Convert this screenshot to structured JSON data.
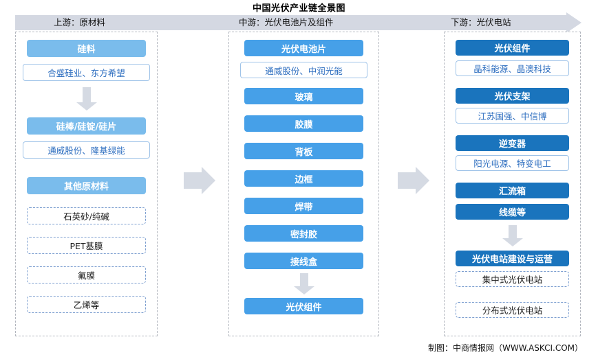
{
  "title": "中国光伏产业链全景图",
  "header": {
    "stages": [
      {
        "label": "上游：原材料"
      },
      {
        "label": "中游：光伏电池片及组件"
      },
      {
        "label": "下游：光伏电站"
      }
    ]
  },
  "colors": {
    "upstream_fill": "#7ABCEC",
    "midstream_fill": "#46A0E8",
    "downstream_fill": "#1A74BD",
    "band": "#d4d8e2",
    "arrow": "#d5dae3",
    "outline_border": "#9fc3e8",
    "outline_text": "#2f6fc0",
    "dashed_border": "#7d9fd0"
  },
  "columns": {
    "upstream": {
      "nodes": [
        {
          "label": "硅料",
          "style": "fill"
        },
        {
          "label": "合盛硅业、东方希望",
          "style": "outline"
        },
        {
          "label": "硅棒/硅锭/硅片",
          "style": "fill"
        },
        {
          "label": "通威股份、隆基绿能",
          "style": "outline"
        },
        {
          "label": "其他原材料",
          "style": "fill"
        },
        {
          "label": "石英砂/纯碱",
          "style": "dashed"
        },
        {
          "label": "PET基膜",
          "style": "dashed"
        },
        {
          "label": "氟膜",
          "style": "dashed"
        },
        {
          "label": "乙烯等",
          "style": "dashed"
        }
      ]
    },
    "midstream": {
      "nodes": [
        {
          "label": "光伏电池片",
          "style": "fill"
        },
        {
          "label": "通威股份、中润光能",
          "style": "outline"
        },
        {
          "label": "玻璃",
          "style": "fill"
        },
        {
          "label": "胶膜",
          "style": "fill"
        },
        {
          "label": "背板",
          "style": "fill"
        },
        {
          "label": "边框",
          "style": "fill"
        },
        {
          "label": "焊带",
          "style": "fill"
        },
        {
          "label": "密封胶",
          "style": "fill"
        },
        {
          "label": "接线盒",
          "style": "fill"
        },
        {
          "label": "光伏组件",
          "style": "fill"
        }
      ]
    },
    "downstream": {
      "nodes": [
        {
          "label": "光伏组件",
          "style": "fill"
        },
        {
          "label": "晶科能源、晶澳科技",
          "style": "outline"
        },
        {
          "label": "光伏支架",
          "style": "fill"
        },
        {
          "label": "江苏国强、中信博",
          "style": "outline"
        },
        {
          "label": "逆变器",
          "style": "fill"
        },
        {
          "label": "阳光电源、特变电工",
          "style": "outline"
        },
        {
          "label": "汇流箱",
          "style": "fill"
        },
        {
          "label": "线缆等",
          "style": "fill"
        },
        {
          "label": "光伏电站建设与运营",
          "style": "fill"
        },
        {
          "label": "集中式光伏电站",
          "style": "dashed"
        },
        {
          "label": "分布式光伏电站",
          "style": "dashed"
        }
      ]
    }
  },
  "footer": "制图：中商情报网（WWW.ASKCI.COM）"
}
